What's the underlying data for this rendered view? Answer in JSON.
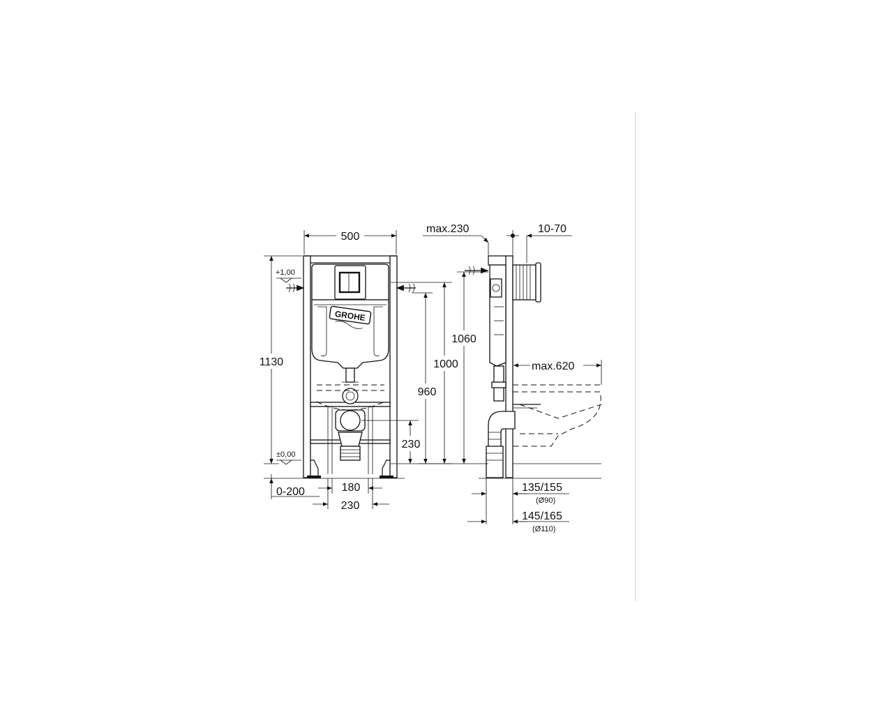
{
  "brand": {
    "logo_text": "GROHE"
  },
  "front_view": {
    "width_label": "500",
    "height_total_label": "1130",
    "level_top_label": "+1,00",
    "level_bottom_label": "±0,00",
    "height_1000_label": "1000",
    "height_960_label": "960",
    "height_230_label": "230",
    "offset_label": "0-200",
    "spacing_180_label": "180",
    "spacing_230_label": "230"
  },
  "side_view": {
    "max_230_label": "max.230",
    "range_10_70_label": "10-70",
    "height_1060_label": "1060",
    "max_620_label": "max.620",
    "dim_135_155_label": "135/155",
    "pipe_90_label": "(Ø90)",
    "dim_145_165_label": "145/165",
    "pipe_110_label": "(Ø110)"
  },
  "colors": {
    "line": "#111111",
    "background": "#ffffff",
    "divider": "#cccccc"
  }
}
